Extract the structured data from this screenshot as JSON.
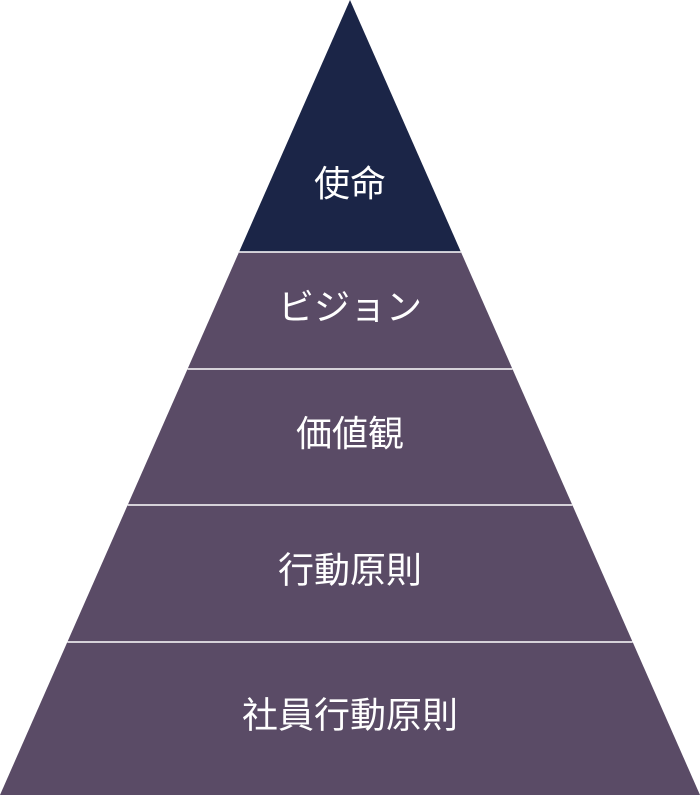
{
  "pyramid": {
    "tiers": [
      {
        "label": "使命",
        "color": "#1b2547"
      },
      {
        "label": "ビジョン",
        "color": "#5a4b66"
      },
      {
        "label": "価値観",
        "color": "#5a4b66"
      },
      {
        "label": "行動原則",
        "color": "#5a4b66"
      },
      {
        "label": "社員行動原則",
        "color": "#5a4b66"
      }
    ],
    "divider_color": "#ffffff"
  }
}
